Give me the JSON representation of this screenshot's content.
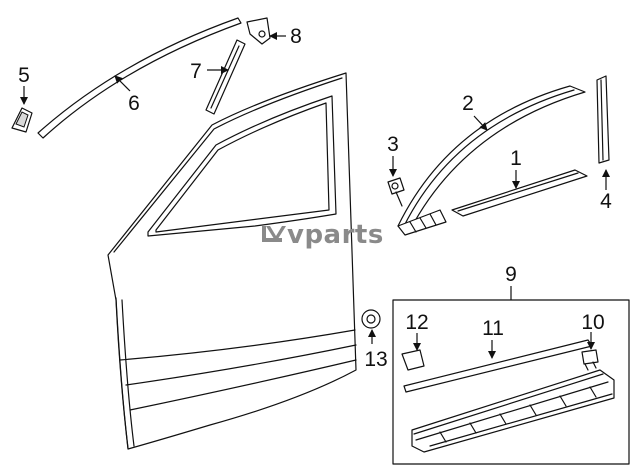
{
  "watermark": {
    "brand": "vparts",
    "logo": "lv-logo-icon"
  },
  "callouts": {
    "c1": "1",
    "c2": "2",
    "c3": "3",
    "c4": "4",
    "c5": "5",
    "c6": "6",
    "c7": "7",
    "c8": "8",
    "c9": "9",
    "c10": "10",
    "c11": "11",
    "c12": "12",
    "c13": "13"
  },
  "colors": {
    "line": "#111111",
    "watermark": "#8a8a8a",
    "background": "#ffffff"
  }
}
